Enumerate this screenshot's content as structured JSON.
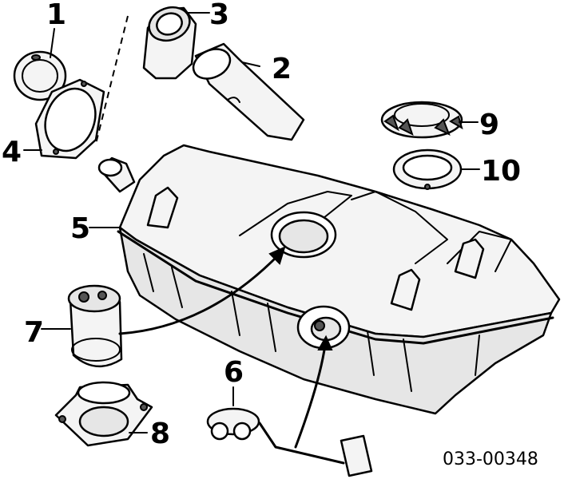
{
  "callouts": {
    "c1": "1",
    "c2": "2",
    "c3": "3",
    "c4": "4",
    "c5": "5",
    "c6": "6",
    "c7": "7",
    "c8": "8",
    "c9": "9",
    "c10": "10"
  },
  "part_code": "033-00348"
}
